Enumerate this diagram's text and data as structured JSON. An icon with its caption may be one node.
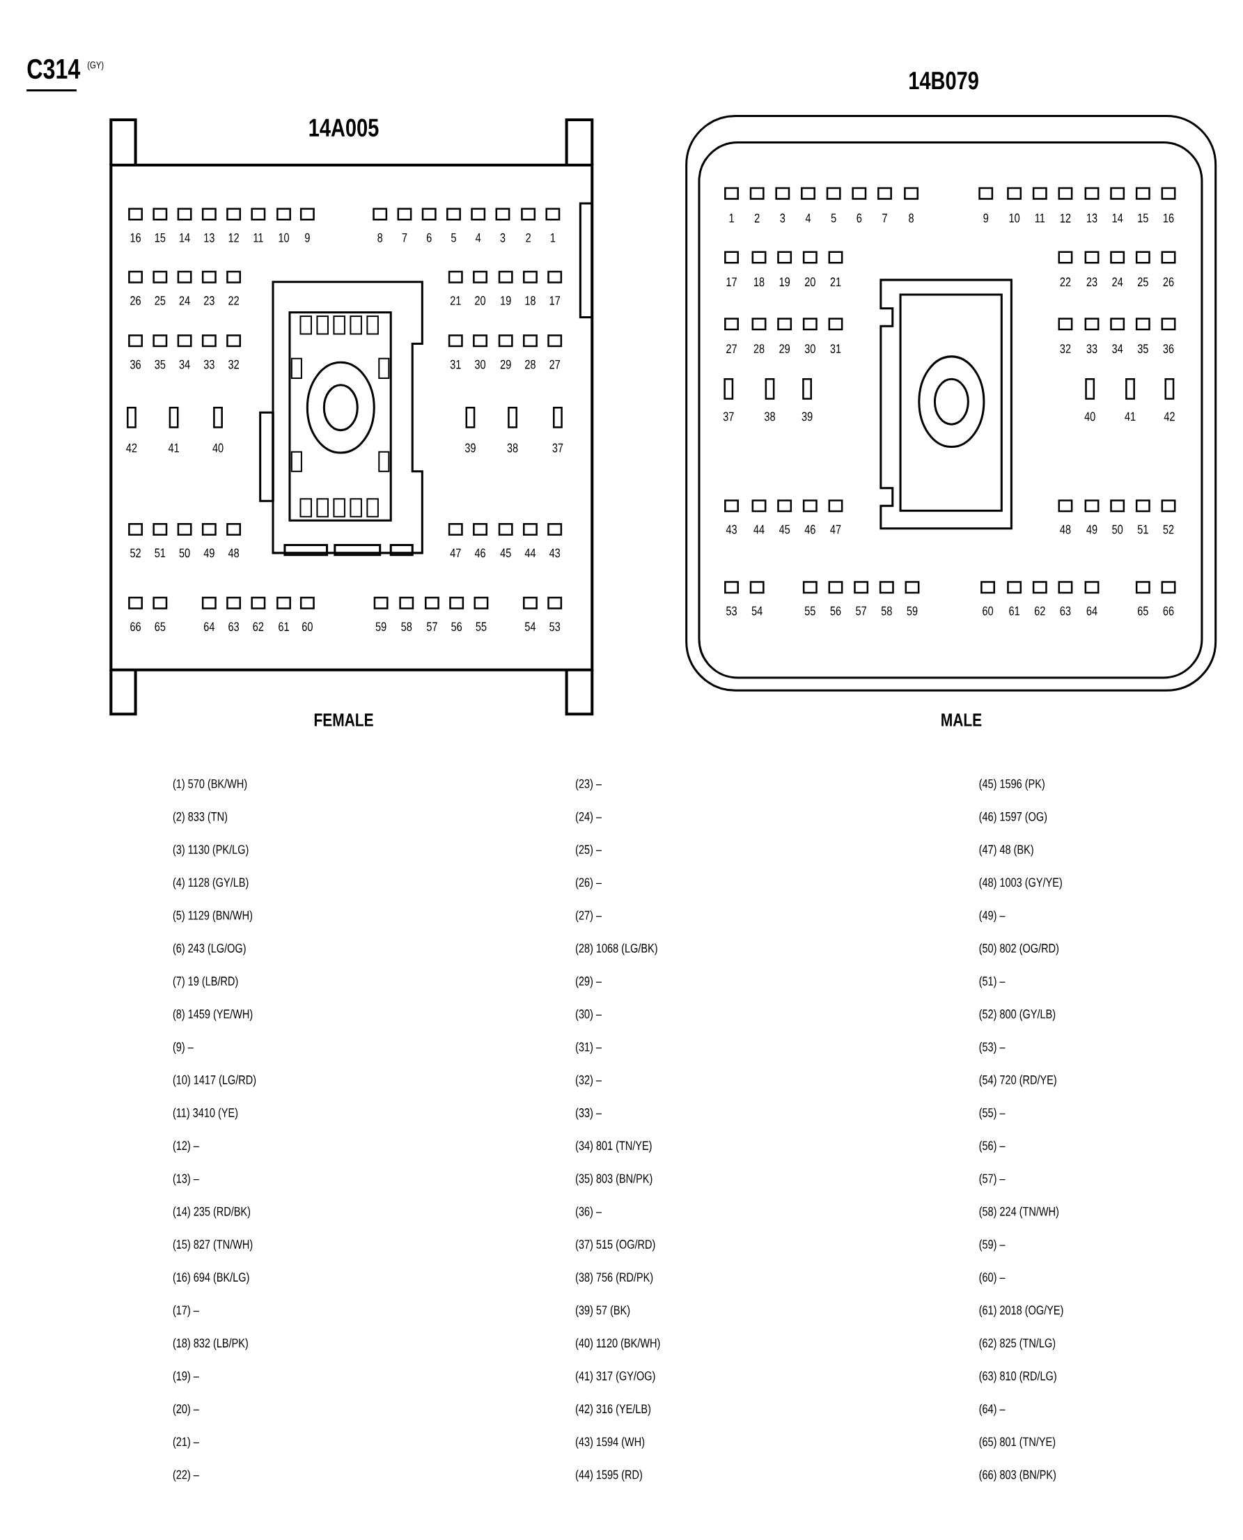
{
  "diagram": {
    "title": "C314",
    "labels": [
      "(GY)",
      "14A005",
      "16",
      "15",
      "14",
      "13",
      "12",
      "11",
      "10",
      "9",
      "8",
      "7",
      "6",
      "5",
      "4",
      "3",
      "2",
      "1",
      "26",
      "25",
      "24",
      "23",
      "22",
      "21",
      "20",
      "19",
      "18",
      "17",
      "36",
      "35",
      "34",
      "33",
      "32",
      "31",
      "30",
      "29",
      "28",
      "27",
      "42",
      "41",
      "40",
      "39",
      "38",
      "37",
      "52",
      "51",
      "50",
      "49",
      "48",
      "47",
      "46",
      "45",
      "44",
      "43",
      "66",
      "65",
      "64",
      "63",
      "62",
      "61",
      "60",
      "59",
      "58",
      "57",
      "56",
      "55",
      "54",
      "53",
      "FEMALE",
      "14B079",
      "1",
      "2",
      "3",
      "4",
      "5",
      "6",
      "7",
      "8",
      "9",
      "10",
      "11",
      "12",
      "13",
      "14",
      "15",
      "16",
      "17",
      "18",
      "19",
      "20",
      "21",
      "22",
      "23",
      "24",
      "25",
      "26",
      "27",
      "28",
      "29",
      "30",
      "31",
      "32",
      "33",
      "34",
      "35",
      "36",
      "37",
      "38",
      "39",
      "40",
      "41",
      "42",
      "43",
      "44",
      "45",
      "46",
      "47",
      "48",
      "49",
      "50",
      "51",
      "52",
      "53",
      "54",
      "55",
      "56",
      "57",
      "58",
      "59",
      "60",
      "61",
      "62",
      "63",
      "64",
      "65",
      "66",
      "MALE",
      "(1) 570 (BK/WH)",
      "(23) –",
      "(45) 1596 (PK)",
      "(2) 833 (TN)",
      "(24) –",
      "(46) 1597 (OG)",
      "(3) 1130 (PK/LG)",
      "(25) –",
      "(47) 48 (BK)",
      "(4) 1128 (GY/LB)",
      "(26) –",
      "(48) 1003 (GY/YE)",
      "(5) 1129 (BN/WH)",
      "(27) –",
      "(49) –",
      "(6) 243 (LG/OG)",
      "(28) 1068 (LG/BK)",
      "(50) 802 (OG/RD)",
      "(7) 19 (LB/RD)",
      "(29) –",
      "(51) –",
      "(8) 1459 (YE/WH)",
      "(30) –",
      "(52) 800 (GY/LB)",
      "(9) –",
      "(31) –",
      "(53) –",
      "(10) 1417 (LG/RD)",
      "(32) –",
      "(54) 720 (RD/YE)",
      "(11) 3410 (YE)",
      "(33) –",
      "(55) –",
      "(12) –",
      "(34) 801 (TN/YE)",
      "(56) –",
      "(13) –",
      "(35) 803 (BN/PK)",
      "(57) –",
      "(14) 235 (RD/BK)",
      "(36) –",
      "(58) 224 (TN/WH)",
      "(15) 827 (TN/WH)",
      "(37) 515 (OG/RD)",
      "(59) –",
      "(16) 694 (BK/LG)",
      "(38) 756 (RD/PK)",
      "(60) –",
      "(17) –",
      "(39) 57 (BK)",
      "(61) 2018 (OG/YE)",
      "(18) 832 (LB/PK)",
      "(40) 1120 (BK/WH)",
      "(62) 825 (TN/LG)",
      "(19) –",
      "(41) 317 (GY/OG)",
      "(63) 810 (RD/LG)",
      "(20) –",
      "(42) 316 (YE/LB)",
      "(64) –",
      "(21) –",
      "(43) 1594 (WH)",
      "(65) 801 (TN/YE)",
      "(22) –",
      "(44) 1595 (RD)",
      "(66) 803 (BN/PK)"
    ]
  }
}
